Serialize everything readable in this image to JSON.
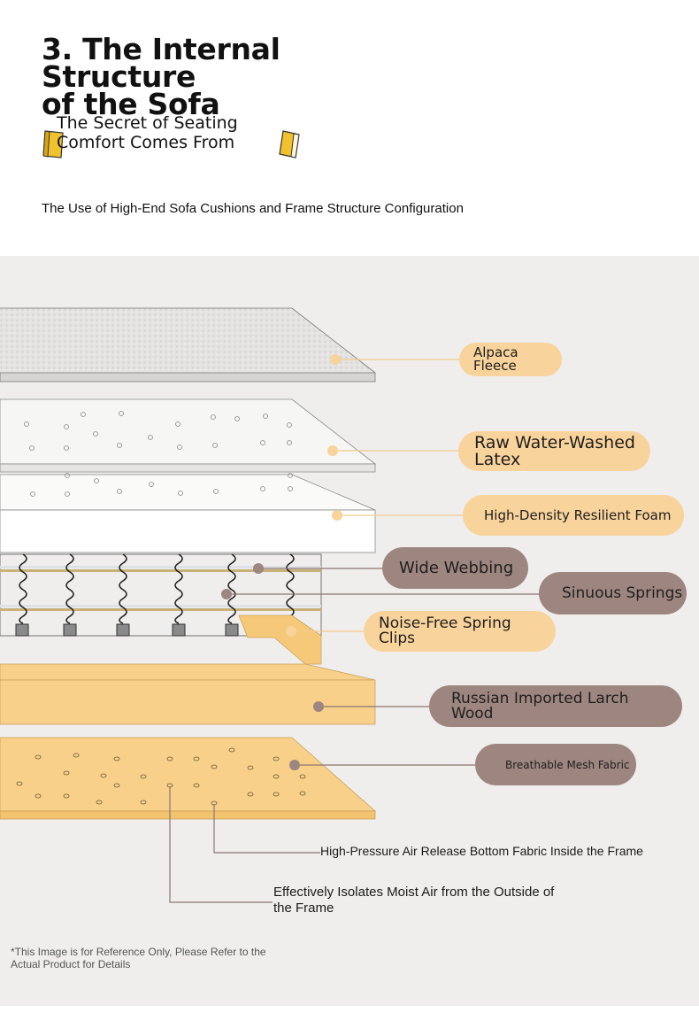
{
  "header": {
    "title_line1": "3. The Internal Structure",
    "title_line2": "of the Sofa",
    "subtitle_line1": "The Secret of Seating",
    "subtitle_line2": "Comfort Comes From",
    "caption": "The Use of High-End Sofa Cushions and Frame Structure Configuration"
  },
  "layers": {
    "alpaca_fleece": "Alpaca Fleece",
    "latex_line1": "Raw Water-Washed",
    "latex_line2": "Latex",
    "foam": "High-Density Resilient Foam",
    "webbing": "Wide Webbing",
    "springs": "Sinuous Springs",
    "clips_line1": "Noise-Free Spring",
    "clips_line2": "Clips",
    "wood_line1": "Russian Imported Larch",
    "wood_line2": "Wood",
    "mesh": "Breathable Mesh Fabric"
  },
  "notes": {
    "air_release": "High-Pressure Air Release Bottom Fabric Inside the Frame",
    "isolates_line1": "Effectively Isolates Moist Air from the Outside of",
    "isolates_line2": "the Frame"
  },
  "footer": {
    "disclaimer_line1": "*This Image is for Reference Only, Please Refer to the",
    "disclaimer_line2": "Actual Product for Details"
  },
  "colors": {
    "light_label": "#f8d39b",
    "dark_label": "#9e8680",
    "wood": "#f8d08a",
    "background": "#efeeed"
  },
  "icons": [
    "sticky-note-icon"
  ]
}
